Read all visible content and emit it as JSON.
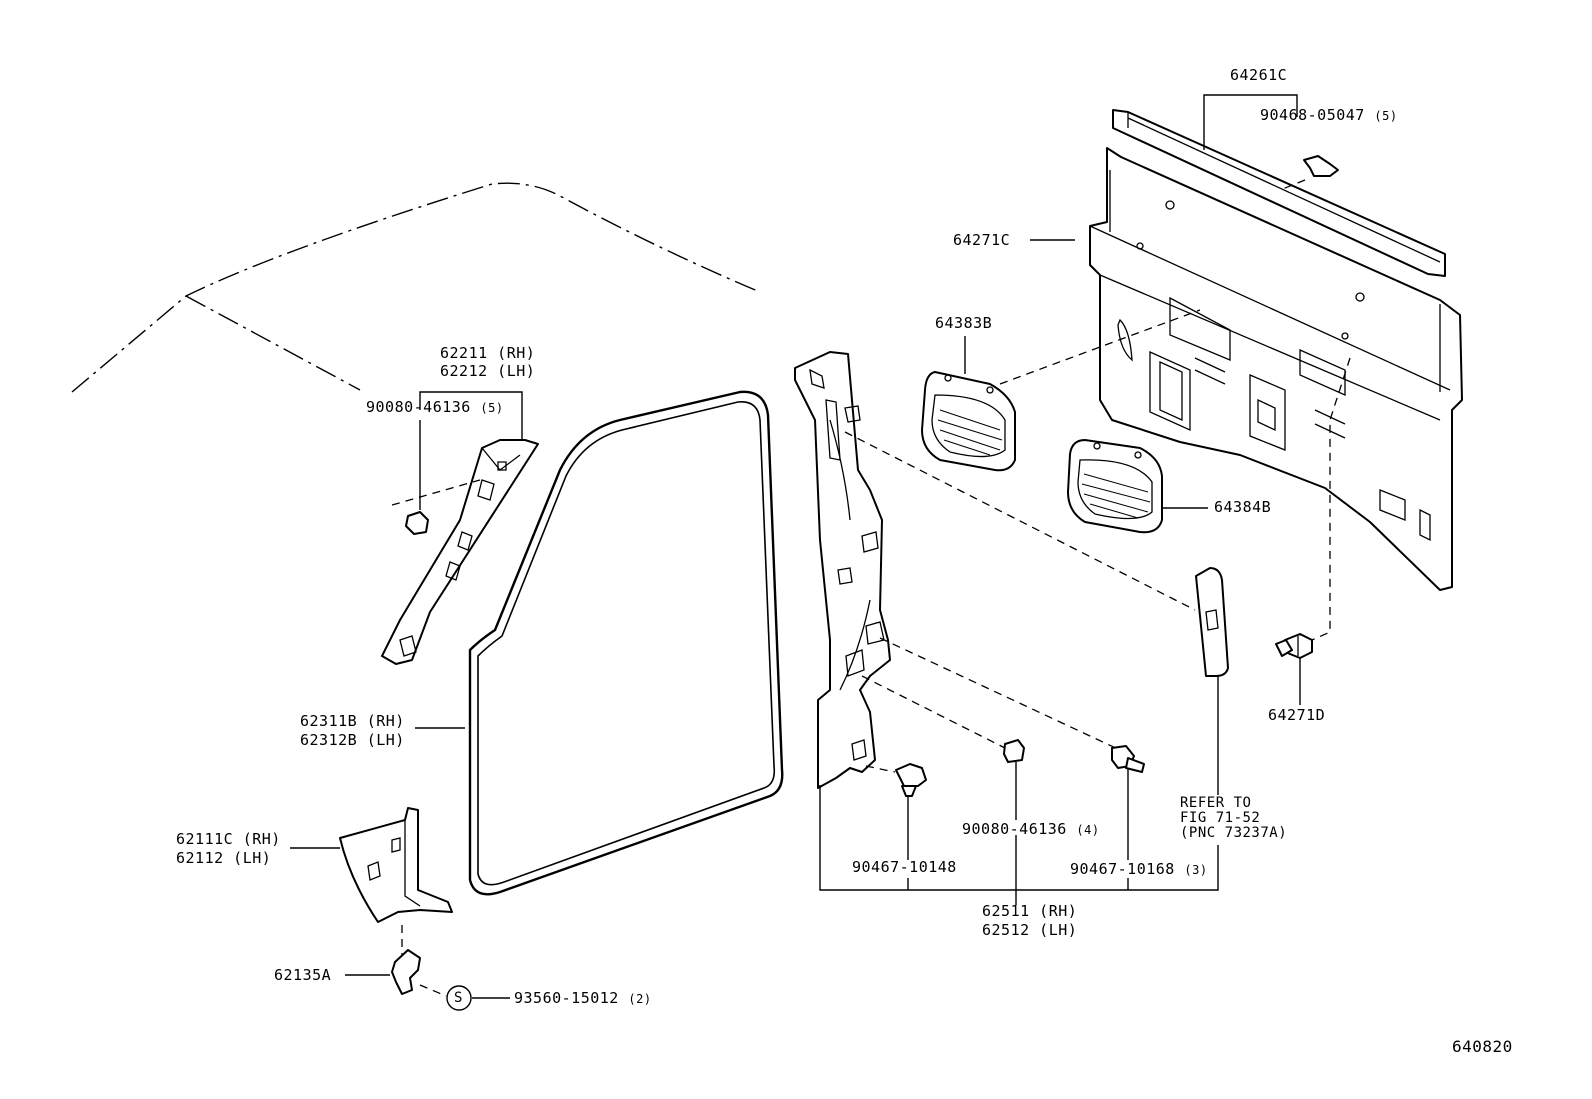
{
  "diagram_id": "640820",
  "labels": {
    "p64261c": "64261C",
    "p90468_05047": "90468-05047",
    "p90468_05047_qty": "(5)",
    "p64271c": "64271C",
    "p64383b": "64383B",
    "p64384b": "64384B",
    "p64271d": "64271D",
    "p62211": "62211 (RH)",
    "p62212": "62212 (LH)",
    "p90080_46136_top": "90080-46136",
    "p90080_46136_top_qty": "(5)",
    "p62311b": "62311B (RH)",
    "p62312b": "62312B (LH)",
    "p62111c": "62111C (RH)",
    "p62112": "62112  (LH)",
    "p62135a": "62135A",
    "p93560_15012": "93560-15012",
    "p93560_15012_qty": "(2)",
    "screw_symbol": "S",
    "p90467_10148": "90467-10148",
    "p90080_46136_bot": "90080-46136",
    "p90080_46136_bot_qty": "(4)",
    "p90467_10168": "90467-10168",
    "p90467_10168_qty": "(3)",
    "refer_line1": "REFER TO",
    "refer_line2": "FIG 71-52",
    "refer_line3": "(PNC 73237A)",
    "p62511": "62511 (RH)",
    "p62512": "62512 (LH)"
  }
}
